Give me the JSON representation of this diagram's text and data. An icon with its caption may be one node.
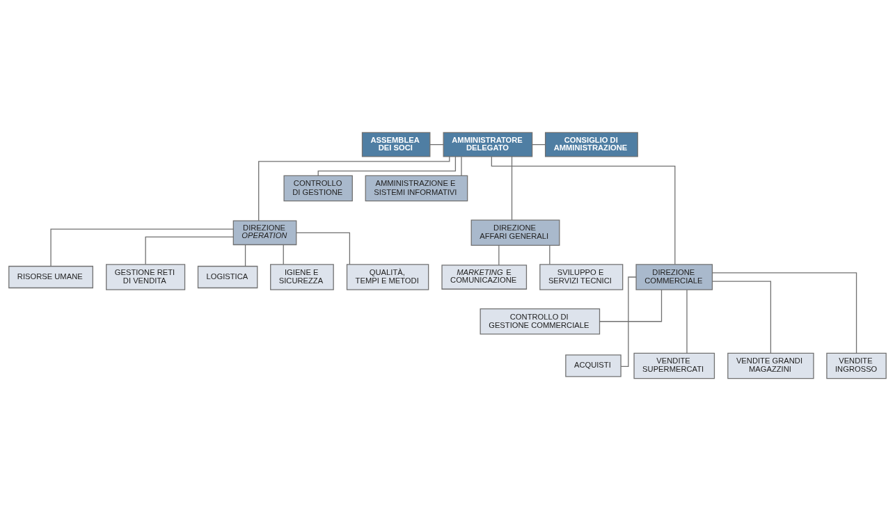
{
  "diagram": {
    "nodes": [
      {
        "text": [
          "ASSEMBLEA DEI SOCI"
        ]
      },
      {
        "text": [
          "AMMINISTRATORE DELEGATO"
        ]
      },
      {
        "text": [
          "CONSIGLIO DI AMMINISTRAZIONE"
        ]
      },
      {
        "text": [
          "CONTROLLO DI GESTIONE"
        ]
      },
      {
        "text": [
          "AMMINISTRAZIONE E SISTEMI INFORMATIVI"
        ]
      },
      {
        "text": [
          "DIREZIONE *OPERATION*"
        ]
      },
      {
        "text": [
          "DIREZIONE AFFARI GENERALI"
        ]
      },
      {
        "text": [
          "RISORSE UMANE"
        ]
      },
      {
        "text": [
          "GESTIONE RETI DI VENDITA"
        ]
      },
      {
        "text": [
          "LOGISTICA"
        ]
      },
      {
        "text": [
          "IGIENE E SICUREZZA"
        ]
      },
      {
        "text": [
          "QUALITÀ, TEMPI E METODI"
        ]
      },
      {
        "text": [
          "*MARKETING* E COMUNICAZIONE"
        ]
      },
      {
        "text": [
          "SVILUPPO E SERVIZI TECNICI"
        ]
      },
      {
        "text": [
          "DIREZIONE COMMERCIALE"
        ]
      },
      {
        "text": [
          "CONTROLLO DI GESTIONE COMMERCIALE"
        ]
      },
      {
        "text": [
          "ACQUISTI"
        ]
      },
      {
        "text": [
          "VENDITE SUPERMERCATI"
        ]
      },
      {
        "text": [
          "VENDITE GRANDI MAGAZZINI"
        ]
      },
      {
        "text": [
          "VENDITE INGROSSO"
        ]
      }
    ],
    "edges": [
      {
        "from": 0,
        "to": 1,
        "arrow": "none"
      },
      {
        "from": 1,
        "to": 2,
        "arrow": "none"
      },
      {
        "from": 1,
        "to": 3,
        "arrow": "none"
      },
      {
        "from": 1,
        "to": 4,
        "arrow": "none"
      },
      {
        "from": 1,
        "to": 5,
        "arrow": "none"
      },
      {
        "from": 1,
        "to": 6,
        "arrow": "none"
      },
      {
        "from": 5,
        "to": 7,
        "arrow": "none"
      },
      {
        "from": 5,
        "to": 8,
        "arrow": "none"
      },
      {
        "from": 5,
        "to": 9,
        "arrow": "none"
      },
      {
        "from": 5,
        "to": 10,
        "arrow": "none"
      },
      {
        "from": 5,
        "to": 11,
        "arrow": "none"
      },
      {
        "from": 6,
        "to": 12,
        "arrow": "none"
      },
      {
        "from": 6,
        "to": 13,
        "arrow": "none"
      },
      {
        "from": 1,
        "to": 14,
        "arrow": "none"
      },
      {
        "from": 14,
        "to": 15,
        "arrow": "none"
      },
      {
        "from": 14,
        "to": 16,
        "arrow": "none"
      },
      {
        "from": 14,
        "to": 17,
        "arrow": "none"
      },
      {
        "from": 14,
        "to": 18,
        "arrow": "none"
      },
      {
        "from": 14,
        "to": 19,
        "arrow": "none"
      }
    ]
  }
}
